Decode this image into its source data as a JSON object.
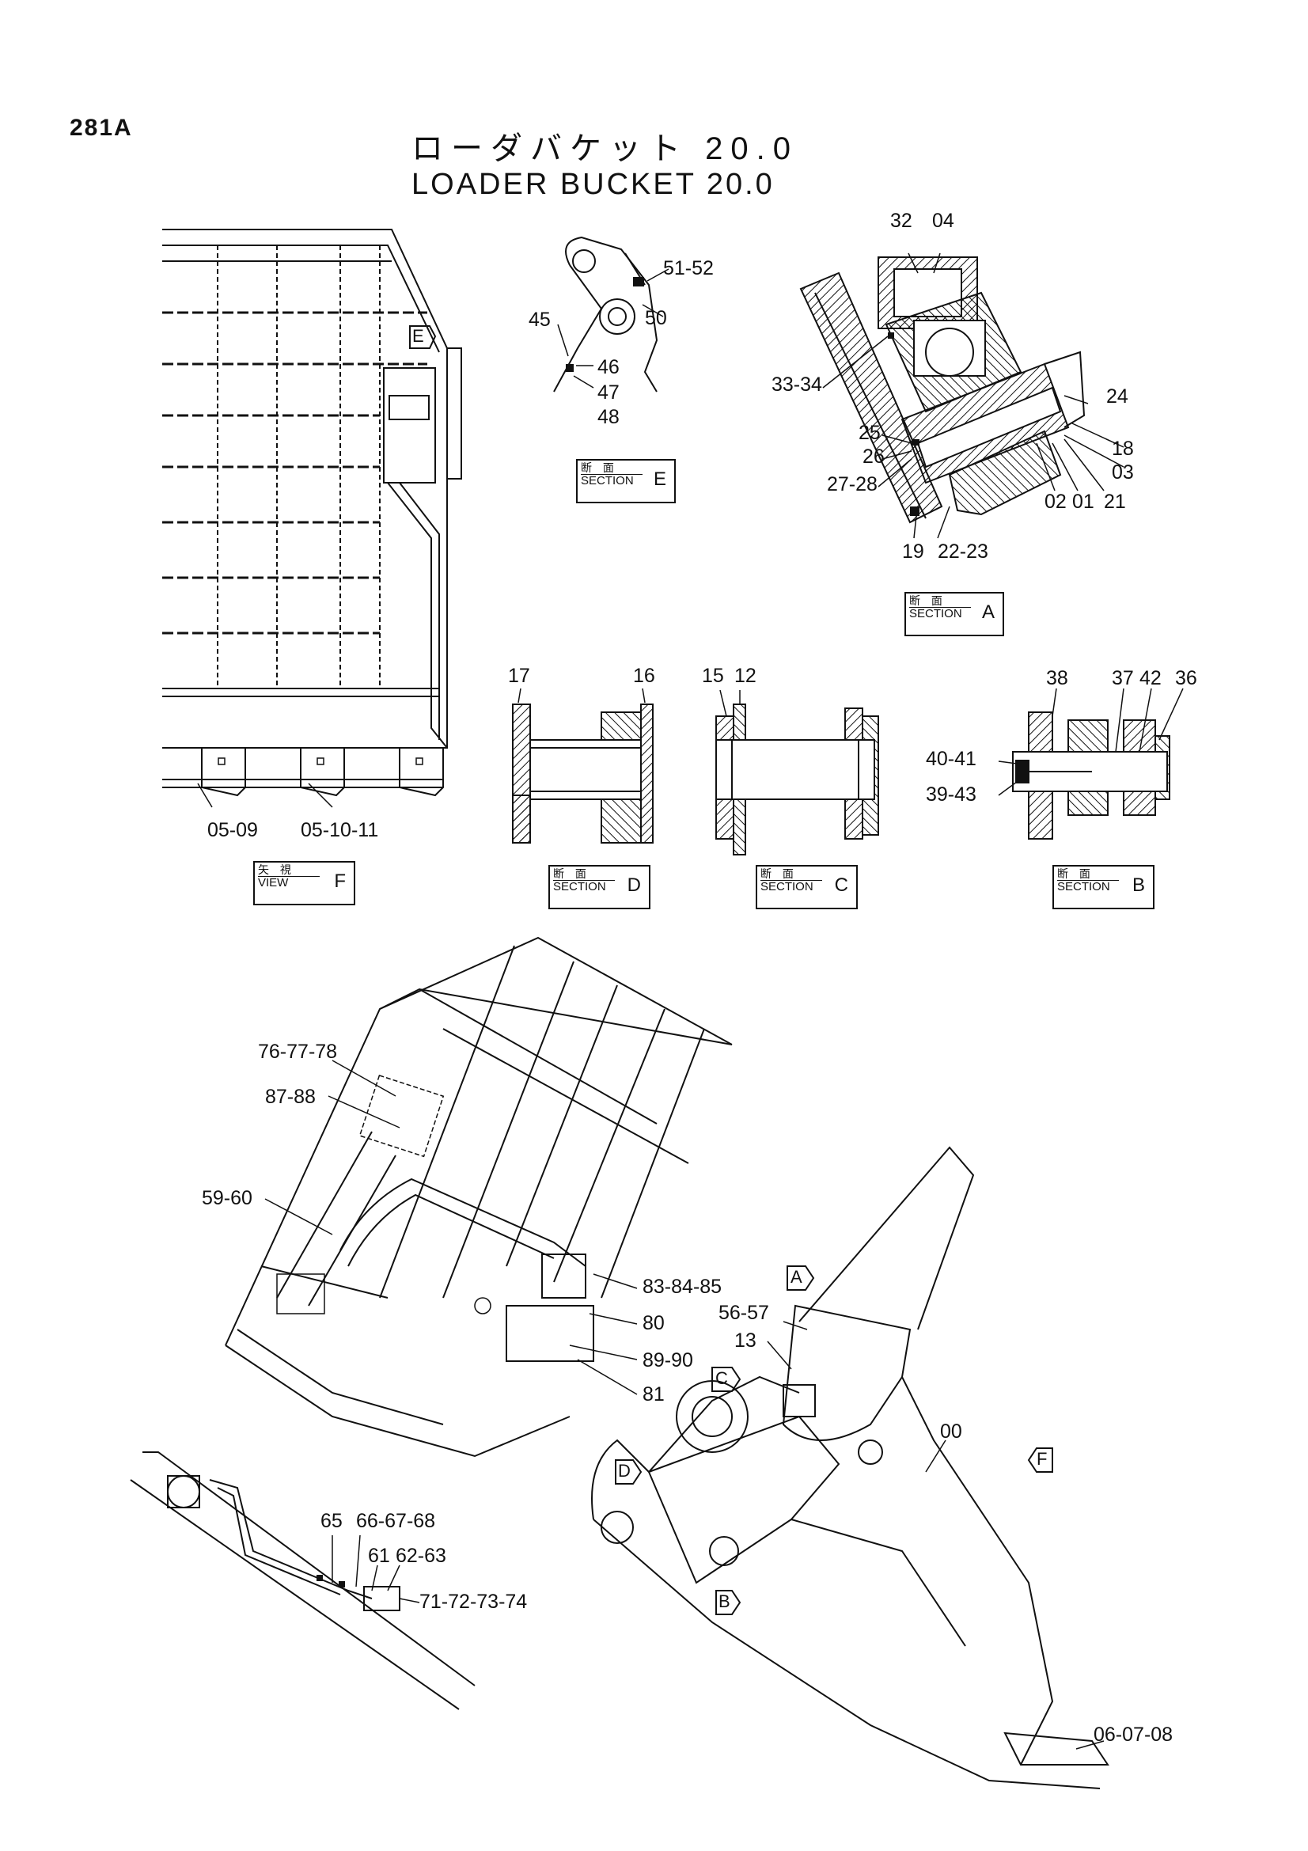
{
  "page_number": "281A",
  "title_ja": "ローダバケット 20.0",
  "title_en": "LOADER BUCKET 20.0",
  "sections": {
    "E": {
      "ja": "断 面",
      "label": "SECTION",
      "letter": "E"
    },
    "A": {
      "ja": "断 面",
      "label": "SECTION",
      "letter": "A"
    },
    "D": {
      "ja": "断 面",
      "label": "SECTION",
      "letter": "D"
    },
    "C": {
      "ja": "断 面",
      "label": "SECTION",
      "letter": "C"
    },
    "B": {
      "ja": "断 面",
      "label": "SECTION",
      "letter": "B"
    },
    "F": {
      "ja": "矢 視",
      "label": "VIEW",
      "letter": "F"
    }
  },
  "view_markers": [
    "E",
    "A",
    "C",
    "D",
    "B",
    "F"
  ],
  "callouts": {
    "section_e": [
      "51-52",
      "50",
      "45",
      "46",
      "47",
      "48"
    ],
    "section_a": [
      "32",
      "04",
      "24",
      "33-34",
      "25",
      "18",
      "26",
      "03",
      "27-28",
      "02",
      "01",
      "21",
      "19",
      "22-23"
    ],
    "section_d": [
      "17",
      "16"
    ],
    "section_c": [
      "15",
      "12"
    ],
    "section_b": [
      "38",
      "37",
      "42",
      "36",
      "40-41",
      "39-43"
    ],
    "view_f": [
      "05-09",
      "05-10-11"
    ],
    "bucket_upper": [
      "76-77-78",
      "87-88",
      "59-60",
      "83-84-85",
      "80",
      "89-90",
      "81"
    ],
    "bucket_lower": [
      "65",
      "66-67-68",
      "61",
      "62-63",
      "71-72-73-74"
    ],
    "side_view": [
      "56-57",
      "13",
      "00",
      "06-07-08"
    ]
  }
}
